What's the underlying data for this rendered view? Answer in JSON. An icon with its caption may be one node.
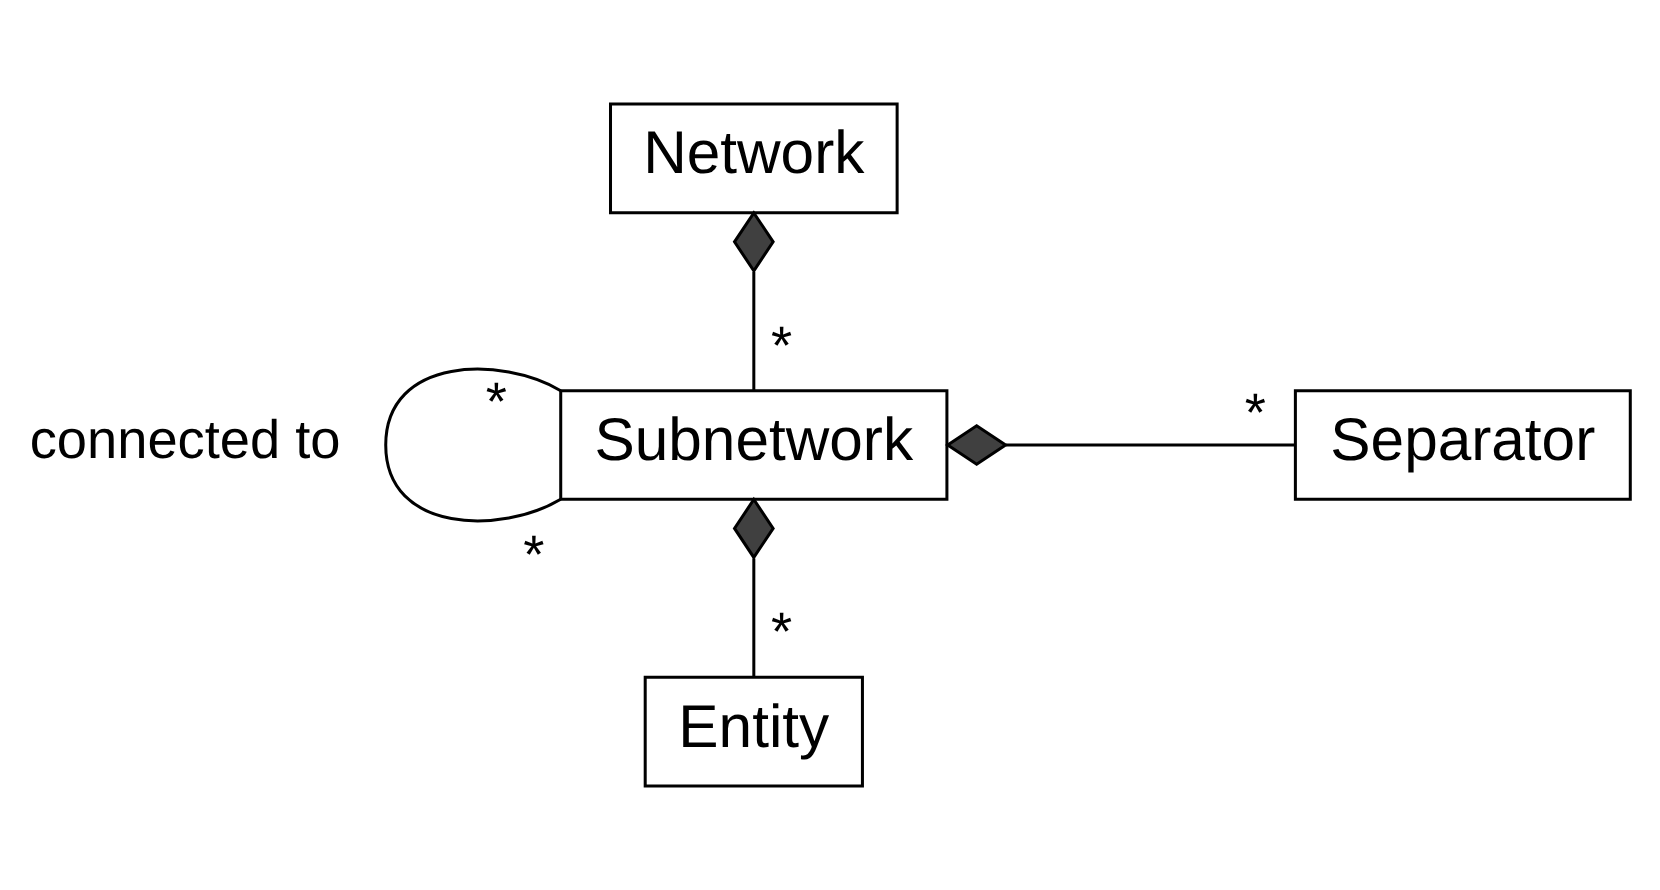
{
  "diagram": {
    "nodes": [
      {
        "text": [
          "Network"
        ]
      },
      {
        "text": [
          "Subnetwork"
        ]
      },
      {
        "text": [
          "Separator"
        ]
      },
      {
        "text": [
          "Entity"
        ]
      }
    ],
    "edges": [
      {
        "from": 1,
        "to": 1,
        "arrow": "none",
        "label": "connected to"
      },
      {
        "from": 0,
        "to": 1,
        "arrow": "other",
        "label": "*"
      },
      {
        "from": 1,
        "to": 2,
        "arrow": "other",
        "label": "*"
      },
      {
        "from": 1,
        "to": 3,
        "arrow": "other",
        "label": "*"
      }
    ],
    "labels": [
      "*",
      "*"
    ]
  }
}
